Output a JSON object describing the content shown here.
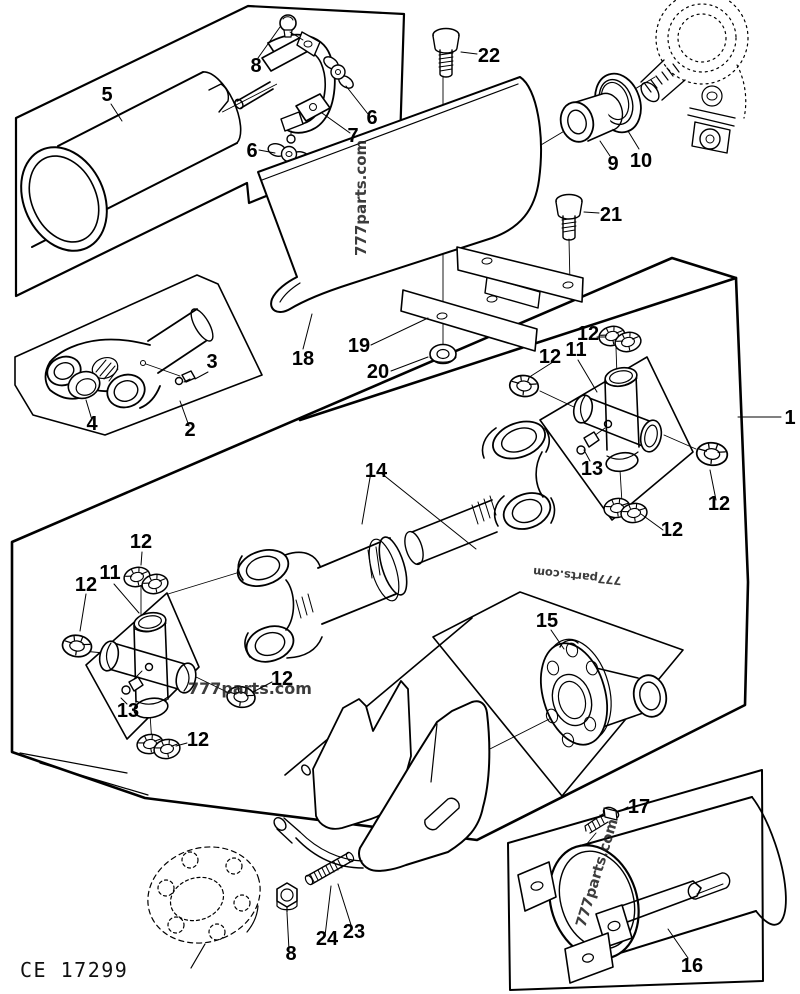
{
  "caption": "CE 17299",
  "watermark": {
    "text": "777parts.com"
  },
  "callouts": [
    {
      "id": "p5",
      "text": "5"
    },
    {
      "id": "p8a",
      "text": "8"
    },
    {
      "id": "p6a",
      "text": "6"
    },
    {
      "id": "p7",
      "text": "7"
    },
    {
      "id": "p6b",
      "text": "6"
    },
    {
      "id": "p22",
      "text": "22"
    },
    {
      "id": "p9",
      "text": "9"
    },
    {
      "id": "p10",
      "text": "10"
    },
    {
      "id": "p21",
      "text": "21"
    },
    {
      "id": "p18",
      "text": "18"
    },
    {
      "id": "p19",
      "text": "19"
    },
    {
      "id": "p20",
      "text": "20"
    },
    {
      "id": "p3",
      "text": "3"
    },
    {
      "id": "p2",
      "text": "2"
    },
    {
      "id": "p4",
      "text": "4"
    },
    {
      "id": "p14",
      "text": "14"
    },
    {
      "id": "p12a",
      "text": "12"
    },
    {
      "id": "p11a",
      "text": "11"
    },
    {
      "id": "p12b",
      "text": "12"
    },
    {
      "id": "p13a",
      "text": "13"
    },
    {
      "id": "p12c",
      "text": "12"
    },
    {
      "id": "p12d",
      "text": "12"
    },
    {
      "id": "p1",
      "text": "1"
    },
    {
      "id": "p12e",
      "text": "12"
    },
    {
      "id": "p11b",
      "text": "11"
    },
    {
      "id": "p12f",
      "text": "12"
    },
    {
      "id": "p13b",
      "text": "13"
    },
    {
      "id": "p12g",
      "text": "12"
    },
    {
      "id": "p12h",
      "text": "12"
    },
    {
      "id": "p15",
      "text": "15"
    },
    {
      "id": "p17",
      "text": "17"
    },
    {
      "id": "p16",
      "text": "16"
    },
    {
      "id": "p23",
      "text": "23"
    },
    {
      "id": "p24",
      "text": "24"
    },
    {
      "id": "p8b",
      "text": "8"
    }
  ]
}
